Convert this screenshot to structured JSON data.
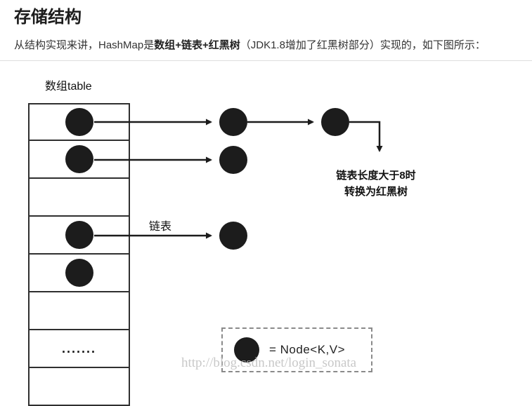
{
  "page": {
    "title": "存储结构",
    "intro": {
      "pre": "从结构实现来讲，HashMap是",
      "bold": "数组+链表+红黑树",
      "post": "（JDK1.8增加了红黑树部分）实现的，如下图所示："
    }
  },
  "diagram": {
    "array_label": "数组table",
    "linked_list_label": "链表",
    "treeify_note_line1": "链表长度大于8时",
    "treeify_note_line2": "转换为红黑树",
    "ellipsis": ".......",
    "legend_text": "= Node<K,V>",
    "watermark": "http://blog.csdn.net/login_sonata",
    "node_color": "#1c1c1c"
  }
}
